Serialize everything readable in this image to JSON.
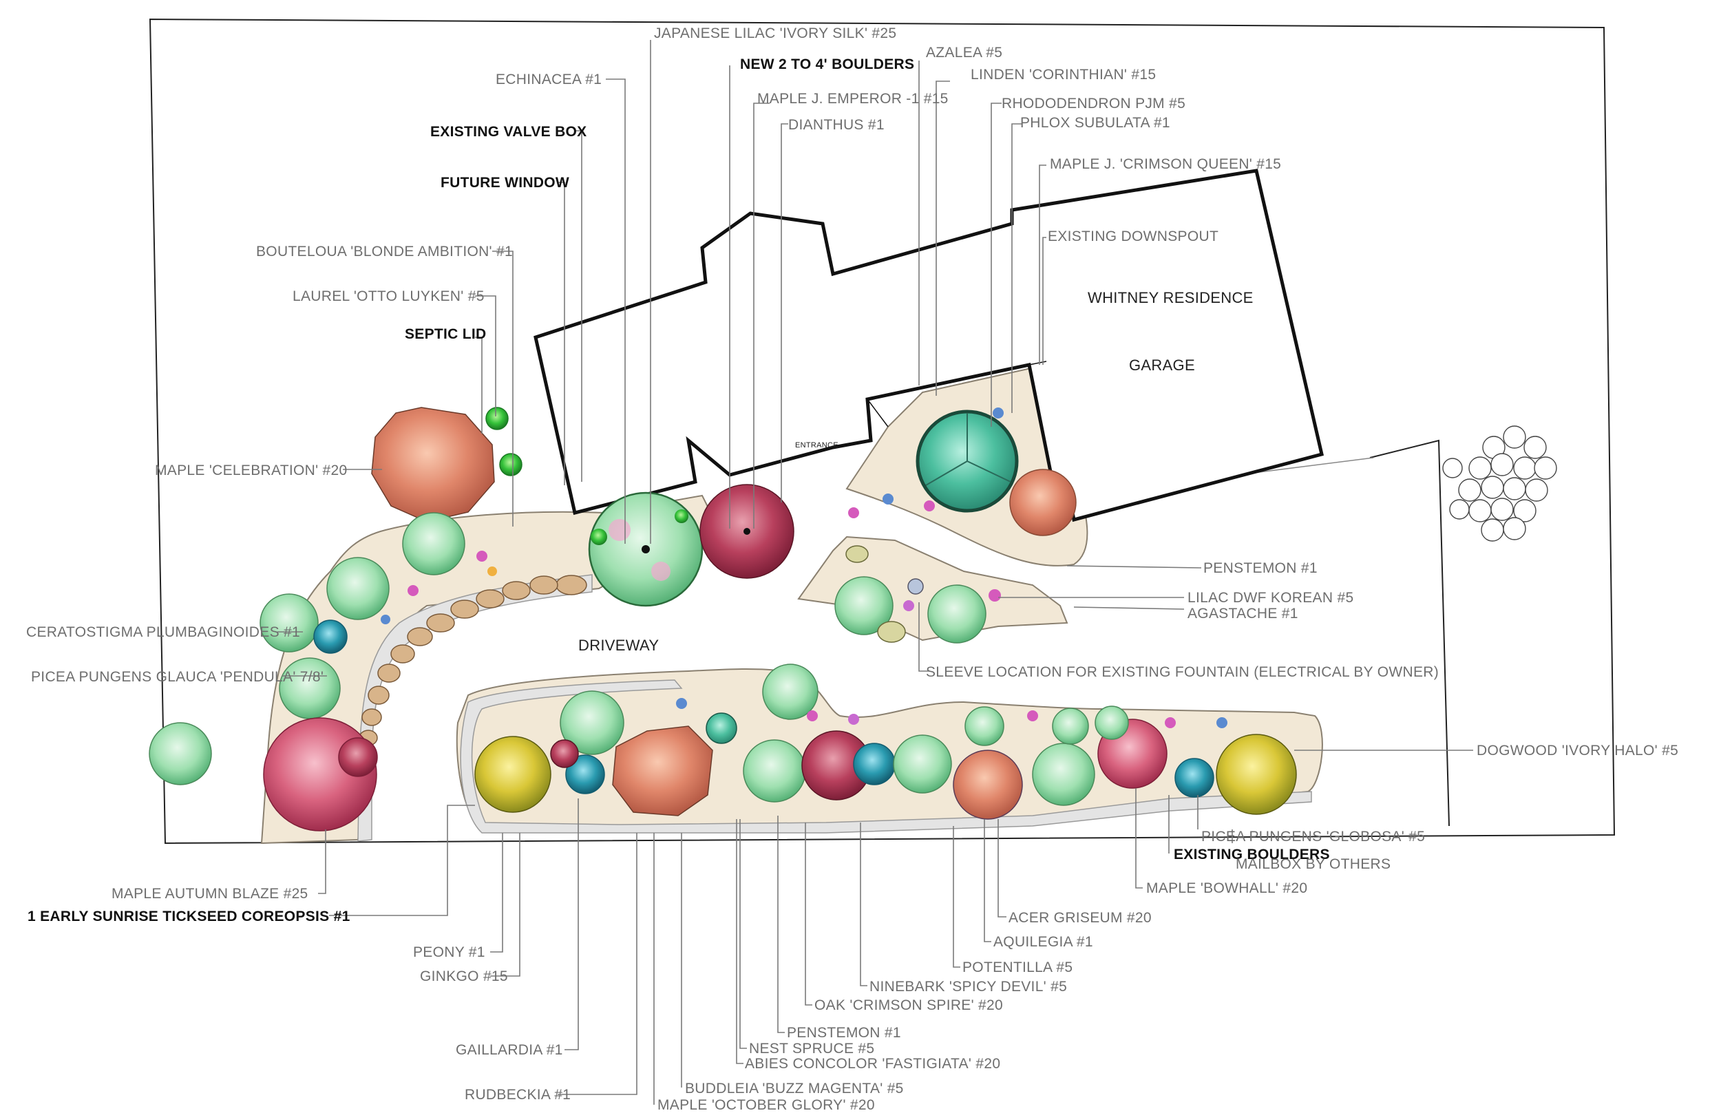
{
  "structures": {
    "residence": "WHITNEY RESIDENCE",
    "garage": "GARAGE",
    "entrance": "ENTRANCE",
    "driveway": "DRIVEWAY"
  },
  "labels": {
    "japanese_lilac": "JAPANESE LILAC 'IVORY SILK' #25",
    "new_boulders": "NEW 2 TO 4' BOULDERS",
    "echinacea": "ECHINACEA #1",
    "azalea": "AZALEA #5",
    "linden": "LINDEN 'CORINTHIAN' #15",
    "maple_emperor": "MAPLE J. EMPEROR -1 #15",
    "rhododendron": "RHODODENDRON PJM #5",
    "dianthus": "DIANTHUS #1",
    "phlox": "PHLOX SUBULATA #1",
    "valve_box": "EXISTING VALVE BOX",
    "maple_crimson_queen": "MAPLE J. 'CRIMSON QUEEN' #15",
    "future_window": "FUTURE WINDOW",
    "downspout": "EXISTING DOWNSPOUT",
    "bouteloua": "BOUTELOUA 'BLONDE AMBITION' #1",
    "laurel": "LAUREL 'OTTO LUYKEN' #5",
    "septic_lid": "SEPTIC LID",
    "maple_celebration": "MAPLE 'CELEBRATION' #20",
    "penstemon_right": "PENSTEMON #1",
    "lilac_dwf": "LILAC DWF KOREAN #5",
    "agastache": "AGASTACHE #1",
    "ceratostigma": "CERATOSTIGMA PLUMBAGINOIDES #1",
    "fountain": "SLEEVE LOCATION FOR EXISTING FOUNTAIN (ELECTRICAL BY OWNER)",
    "picea_pendula": "PICEA PUNGENS GLAUCA 'PENDULA' 7/8'",
    "dogwood": "DOGWOOD 'IVORY HALO' #5",
    "picea_globosa": "PICEA PUNGENS 'GLOBOSA' #5",
    "existing_boulders": "EXISTING BOULDERS",
    "mailbox": "MAILBOX BY OTHERS",
    "maple_autumn_blaze": "MAPLE AUTUMN BLAZE #25",
    "maple_bowhall": "MAPLE 'BOWHALL' #20",
    "coreopsis": "1 EARLY SUNRISE TICKSEED COREOPSIS #1",
    "acer_griseum": "ACER GRISEUM #20",
    "aquilegia": "AQUILEGIA #1",
    "peony": "PEONY #1",
    "potentilla": "POTENTILLA #5",
    "ginkgo": "GINKGO #15",
    "ninebark": "NINEBARK 'SPICY DEVIL' #5",
    "oak": "OAK 'CRIMSON SPIRE' #20",
    "penstemon_bottom": "PENSTEMON #1",
    "gaillardia": "GAILLARDIA #1",
    "nest_spruce": "NEST SPRUCE #5",
    "abies": "ABIES CONCOLOR 'FASTIGIATA' #20",
    "buddleia": "BUDDLEIA 'BUZZ MAGENTA' #5",
    "rudbeckia": "RUDBECKIA #1",
    "maple_october_glory": "MAPLE 'OCTOBER GLORY' #20"
  },
  "colors": {
    "bed": "#f2e8d6",
    "gravel": "#e4e4e4",
    "shade_tree": "#8fd9a4",
    "red_maple": "#b33a55",
    "orange_maple": "#e58a6a",
    "yellow_shrub": "#d6c93a",
    "spruce": "#1f8aa0"
  }
}
